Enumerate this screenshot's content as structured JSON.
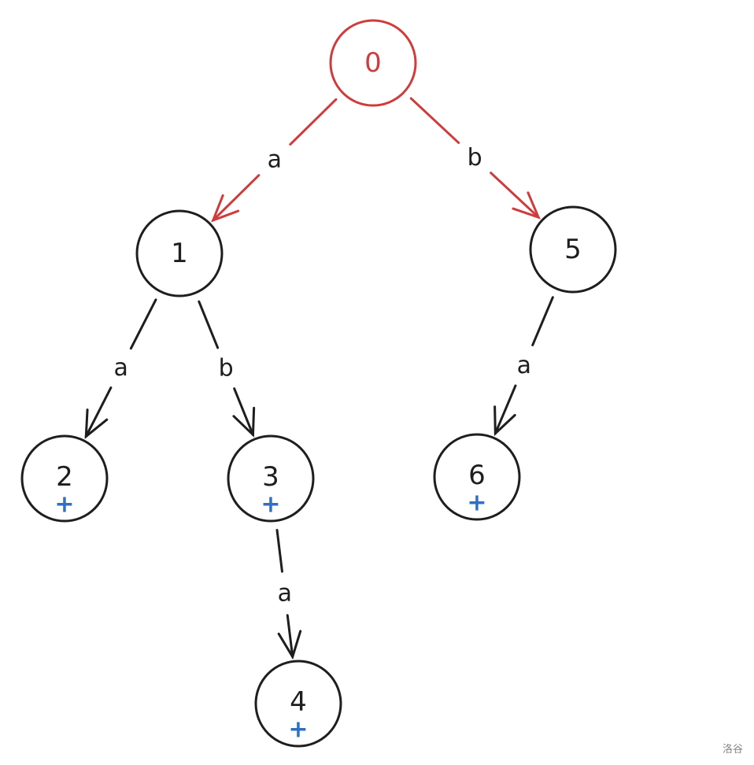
{
  "diagram": {
    "type": "trie",
    "colors": {
      "default": "#1e1e1e",
      "highlight": "#d03b3b",
      "end_marker": "#2f6fc4"
    },
    "end_marker_symbol": "+",
    "nodes": [
      {
        "id": "0",
        "label": "0",
        "highlight": true,
        "terminal": false
      },
      {
        "id": "1",
        "label": "1",
        "highlight": false,
        "terminal": false
      },
      {
        "id": "5",
        "label": "5",
        "highlight": false,
        "terminal": false
      },
      {
        "id": "2",
        "label": "2",
        "highlight": false,
        "terminal": true
      },
      {
        "id": "3",
        "label": "3",
        "highlight": false,
        "terminal": true
      },
      {
        "id": "6",
        "label": "6",
        "highlight": false,
        "terminal": true
      },
      {
        "id": "4",
        "label": "4",
        "highlight": false,
        "terminal": true
      }
    ],
    "edges": [
      {
        "from": "0",
        "to": "1",
        "label": "a",
        "highlight": true
      },
      {
        "from": "0",
        "to": "5",
        "label": "b",
        "highlight": true
      },
      {
        "from": "1",
        "to": "2",
        "label": "a",
        "highlight": false
      },
      {
        "from": "1",
        "to": "3",
        "label": "b",
        "highlight": false
      },
      {
        "from": "5",
        "to": "6",
        "label": "a",
        "highlight": false
      },
      {
        "from": "3",
        "to": "4",
        "label": "a",
        "highlight": false
      }
    ]
  },
  "watermark": "洛谷"
}
